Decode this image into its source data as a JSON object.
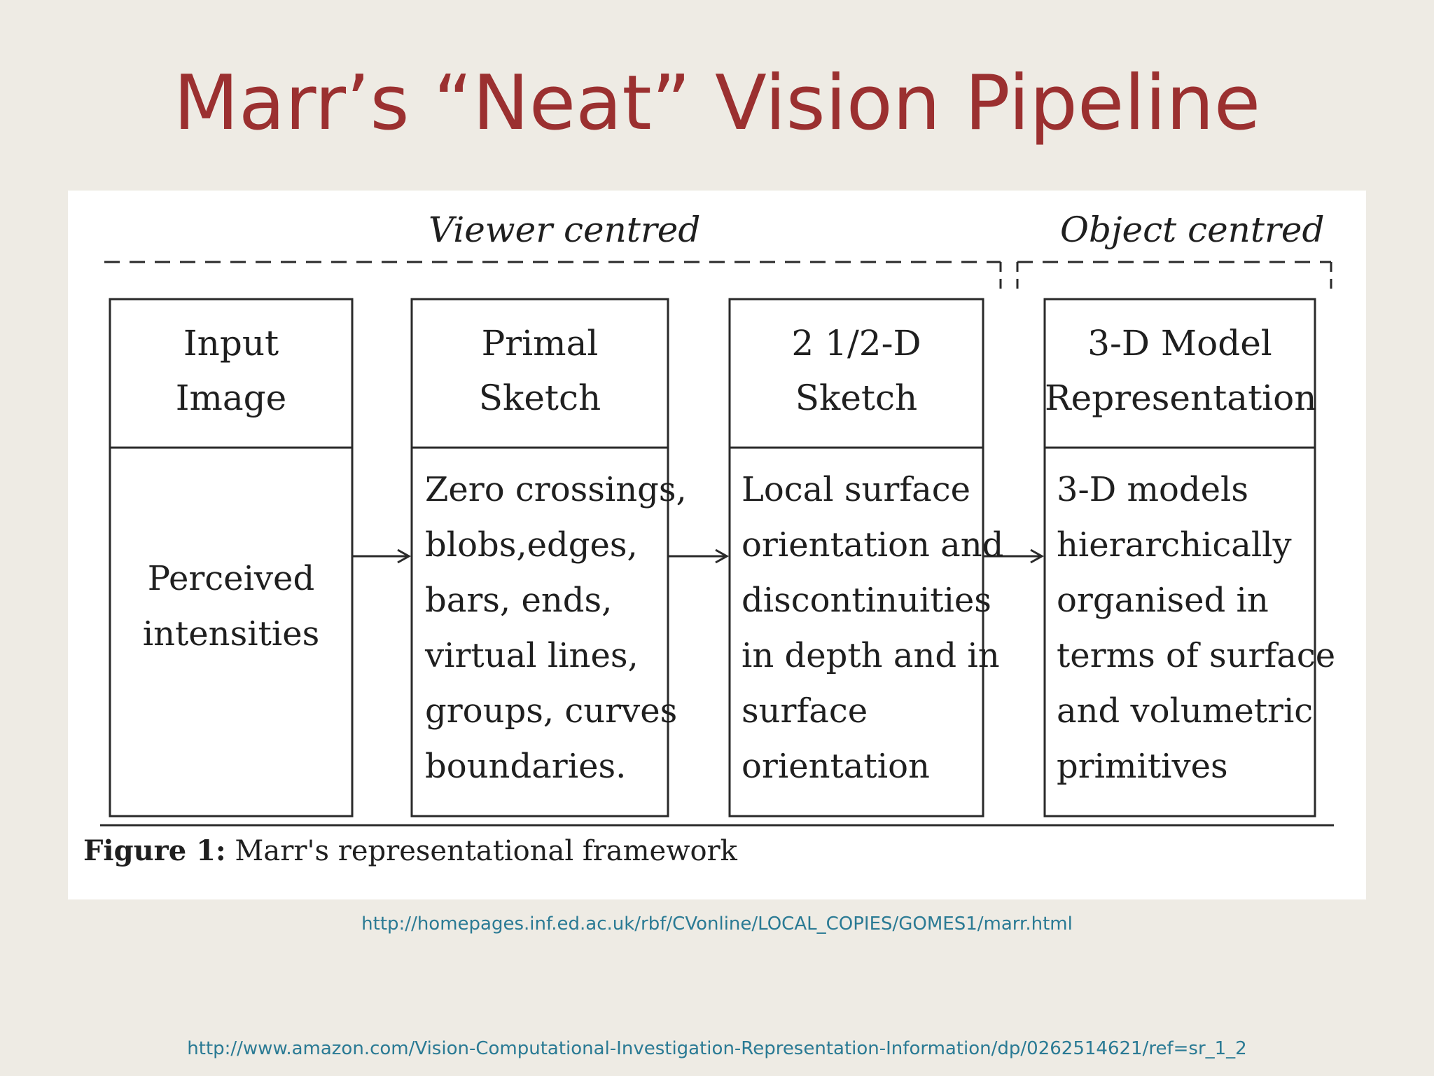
{
  "slide": {
    "title": "Marr’s “Neat” Vision Pipeline",
    "title_color": "#9b3030"
  },
  "figure": {
    "groups": {
      "viewer": "Viewer centred",
      "object": "Object centred"
    },
    "stages": [
      {
        "title": [
          "Input",
          "Image"
        ],
        "body": [
          "Perceived",
          "intensities"
        ]
      },
      {
        "title": [
          "Primal",
          "Sketch"
        ],
        "body": [
          "Zero crossings,",
          "blobs,edges,",
          "bars, ends,",
          "virtual lines,",
          "groups, curves",
          "boundaries."
        ]
      },
      {
        "title": [
          "2 1/2-D",
          "Sketch"
        ],
        "body": [
          "Local surface",
          "orientation and",
          "discontinuities",
          "in depth and in",
          "surface",
          "orientation"
        ]
      },
      {
        "title": [
          "3-D Model",
          "Representation"
        ],
        "body": [
          "3-D models",
          "hierarchically",
          "organised in",
          "terms of surface",
          "and volumetric",
          "primitives"
        ]
      }
    ],
    "caption": {
      "label": "Figure 1:",
      "text": "Marr's representational framework"
    }
  },
  "links": {
    "figure_source": "http://homepages.inf.ed.ac.uk/rbf/CVonline/LOCAL_COPIES/GOMES1/marr.html",
    "book": "http://www.amazon.com/Vision-Computational-Investigation-Representation-Information/dp/0262514621/ref=sr_1_2",
    "link_color": "#2a7a94"
  }
}
